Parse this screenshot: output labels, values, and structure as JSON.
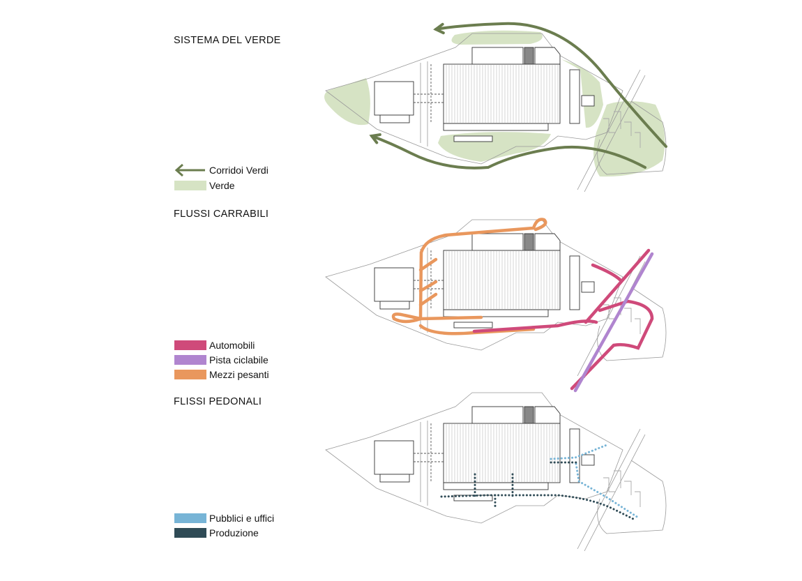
{
  "sections": [
    {
      "title": "SISTEMA DEL VERDE",
      "legend": [
        {
          "label": "Corridoi Verdi",
          "type": "arrow",
          "color": "#6b7d4f"
        },
        {
          "label": "Verde",
          "type": "fill",
          "color": "#d6e3c4"
        }
      ]
    },
    {
      "title": "FLUSSI CARRABILI",
      "legend": [
        {
          "label": "Automobili",
          "type": "fill",
          "color": "#cf4a7a"
        },
        {
          "label": "Pista ciclabile",
          "type": "fill",
          "color": "#b085cf"
        },
        {
          "label": "Mezzi pesanti",
          "type": "fill",
          "color": "#e9975d"
        }
      ]
    },
    {
      "title": "FLISSI PEDONALI",
      "legend": [
        {
          "label": "Pubblici e uffici",
          "type": "fill",
          "color": "#77b4d6"
        },
        {
          "label": "Produzione",
          "type": "fill",
          "color": "#2f4b56"
        }
      ]
    }
  ]
}
